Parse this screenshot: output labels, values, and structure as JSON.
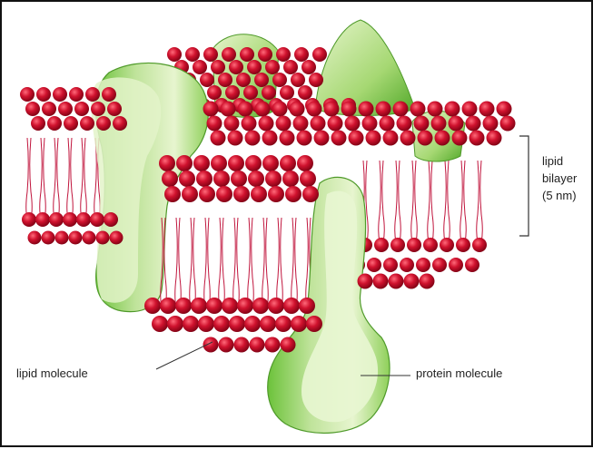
{
  "labels": {
    "lipid_molecule": "lipid molecule",
    "protein_molecule": "protein molecule",
    "bilayer_line1": "lipid",
    "bilayer_line2": "bilayer",
    "bilayer_line3": "(5 nm)"
  },
  "colors": {
    "lipid_head": "#c8102e",
    "lipid_tail": "#c0143c",
    "protein_light": "#e6f3c8",
    "protein_dark": "#5fb82e",
    "frame": "#111111"
  }
}
